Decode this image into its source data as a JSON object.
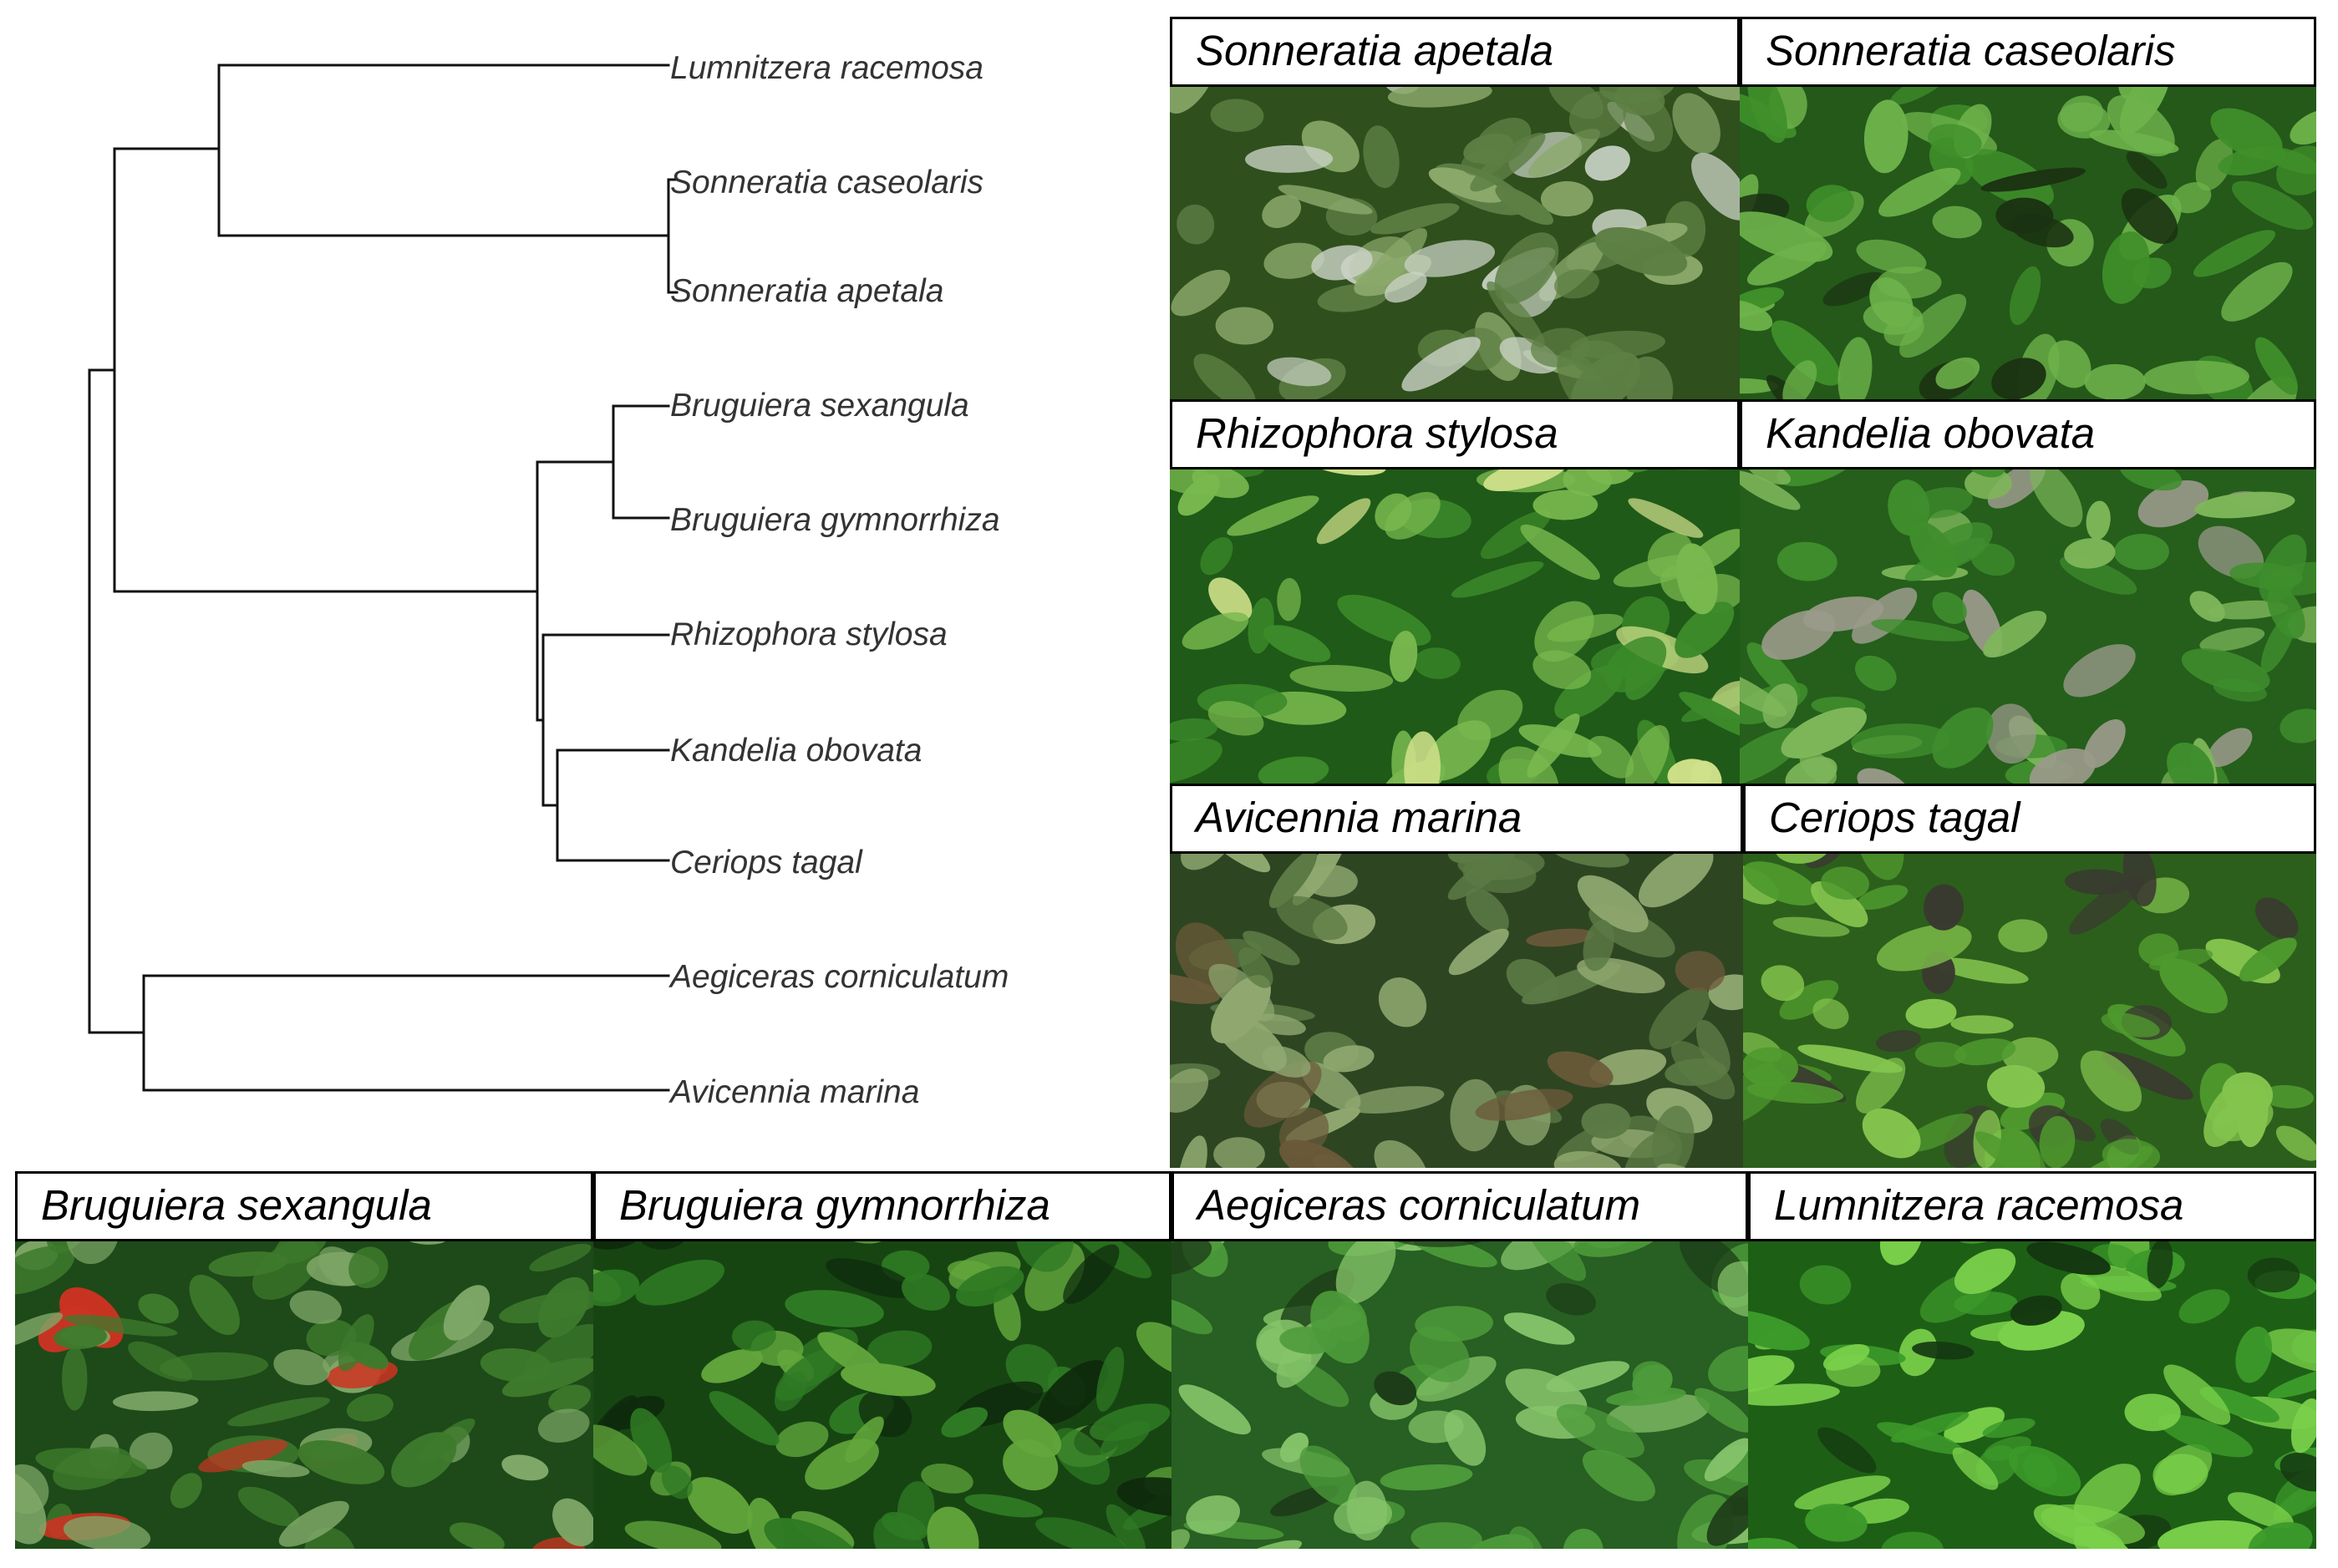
{
  "tree": {
    "tips": [
      "Lumnitzera racemosa",
      "Sonneratia caseolaris",
      "Sonneratia apetala",
      "Bruguiera sexangula",
      "Bruguiera gymnorrhiza",
      "Rhizophora stylosa",
      "Kandelia obovata",
      "Ceriops tagal",
      "Aegiceras corniculatum",
      "Avicennia marina"
    ]
  },
  "panels": [
    {
      "label": "Sonneratia apetala",
      "colors": [
        "#5d7f44",
        "#2f4f1d",
        "#8aa86a",
        "#c9d2c4"
      ]
    },
    {
      "label": "Sonneratia caseolaris",
      "colors": [
        "#3f8f2a",
        "#24591a",
        "#6db24a",
        "#1b3312"
      ]
    },
    {
      "label": "Rhizophora stylosa",
      "colors": [
        "#3c8a2a",
        "#1f5a18",
        "#79b84e",
        "#cfe08a"
      ]
    },
    {
      "label": "Kandelia obovata",
      "colors": [
        "#3f8e2d",
        "#255f1b",
        "#7eb65a",
        "#9a9a8a"
      ]
    },
    {
      "label": "Avicennia marina",
      "colors": [
        "#5b7a44",
        "#2e4522",
        "#90a870",
        "#6b5a3a"
      ]
    },
    {
      "label": "Ceriops tagal",
      "colors": [
        "#4f9a2e",
        "#2c5f1c",
        "#84c44e",
        "#3a3a30"
      ]
    },
    {
      "label": "Bruguiera sexangula",
      "colors": [
        "#3e7a2c",
        "#1d4a18",
        "#7fa868",
        "#cc3322"
      ]
    },
    {
      "label": "Bruguiera gymnorrhiza",
      "colors": [
        "#2f7a24",
        "#164512",
        "#62a63c",
        "#0e2a0c"
      ]
    },
    {
      "label": "Aegiceras corniculatum",
      "colors": [
        "#4c9a3a",
        "#285f22",
        "#86c46a",
        "#1d3d18"
      ]
    },
    {
      "label": "Lumnitzera racemosa",
      "colors": [
        "#3c9a2a",
        "#1e5f16",
        "#7ad04a",
        "#143810"
      ]
    }
  ]
}
